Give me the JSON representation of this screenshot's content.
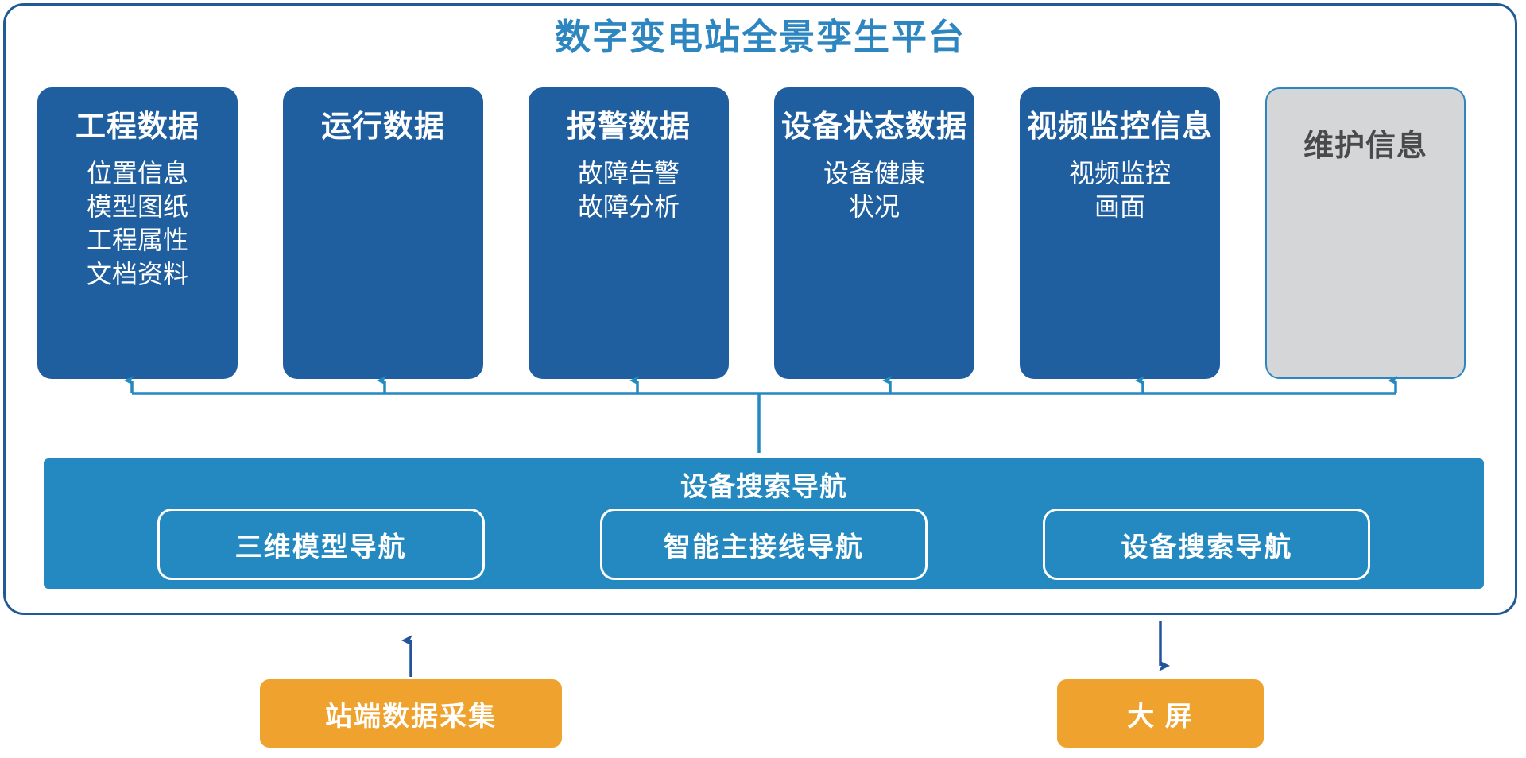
{
  "platform": {
    "title": "数字变电站全景孪生平台",
    "title_color": "#2e86c1",
    "border_color": "#225a96"
  },
  "cards": [
    {
      "title": "工程数据",
      "items": [
        "位置信息",
        "模型图纸",
        "工程属性",
        "文档资料"
      ],
      "state": "active",
      "color": "#1f5fa0"
    },
    {
      "title": "运行数据",
      "items": [],
      "state": "active",
      "color": "#1f5fa0"
    },
    {
      "title": "报警数据",
      "items": [
        "故障告警",
        "故障分析"
      ],
      "state": "active",
      "color": "#1f5fa0"
    },
    {
      "title": "设备状态数据",
      "items": [
        "设备健康",
        "状况"
      ],
      "state": "active",
      "color": "#1f5fa0"
    },
    {
      "title": "视频监控信息",
      "items": [
        "视频监控",
        "画面"
      ],
      "state": "active",
      "color": "#1f5fa0"
    },
    {
      "title": "维护信息",
      "items": [],
      "state": "disabled",
      "color": "#d4d6d8"
    }
  ],
  "nav_bar": {
    "title": "设备搜索导航",
    "color": "#2489c0",
    "buttons": [
      {
        "label": "三维模型导航"
      },
      {
        "label": "智能主接线导航"
      },
      {
        "label": "设备搜索导航"
      }
    ]
  },
  "endpoints": [
    {
      "label": "站端数据采集",
      "color": "#f0a22e",
      "direction": "up"
    },
    {
      "label": "大 屏",
      "color": "#f0a22e",
      "direction": "down"
    }
  ],
  "connectors": {
    "bus_color": "#2489c0",
    "endpoint_arrow_color": "#23549b"
  }
}
